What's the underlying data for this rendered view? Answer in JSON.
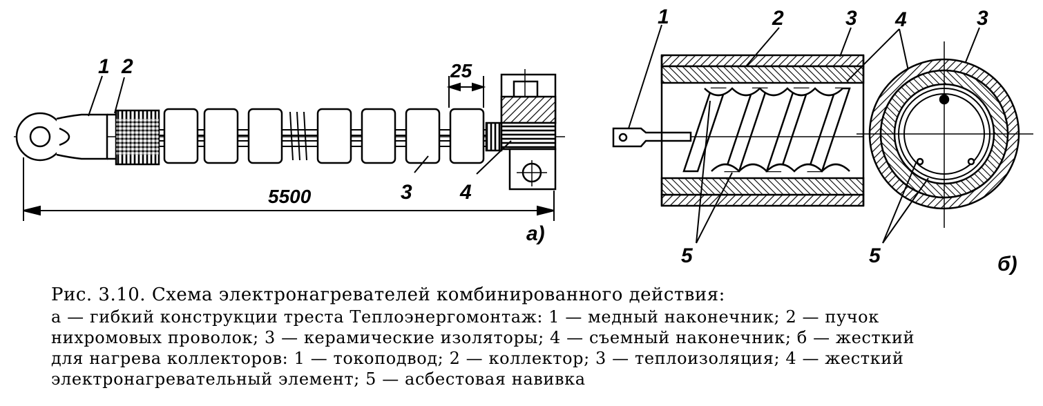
{
  "figure": {
    "panel_a": {
      "callouts": [
        "1",
        "2",
        "3",
        "4"
      ],
      "dim_overall": "5500",
      "dim_insulator": "25",
      "panel_label": "а)"
    },
    "panel_b": {
      "callouts_section": [
        "1",
        "2",
        "3",
        "4",
        "5"
      ],
      "callouts_cross": [
        "3",
        "5"
      ],
      "panel_label": "б)"
    }
  },
  "caption": {
    "title": "Рис. 3.10. Схема электронагревателей комбинированного действия:",
    "line1": "а — гибкий конструкции треста Теплоэнергомонтаж: 1 — медный наконечник; 2 — пучок",
    "line2": "нихромовых проволок; 3 — керамические изоляторы; 4 — съемный наконечник; б — жесткий",
    "line3": "для нагрева коллекторов: 1 — токоподвод; 2 — коллектор; 3 — теплоизоляция; 4 — жесткий",
    "line4": "электронагревательный элемент; 5 — асбестовая навивка"
  }
}
